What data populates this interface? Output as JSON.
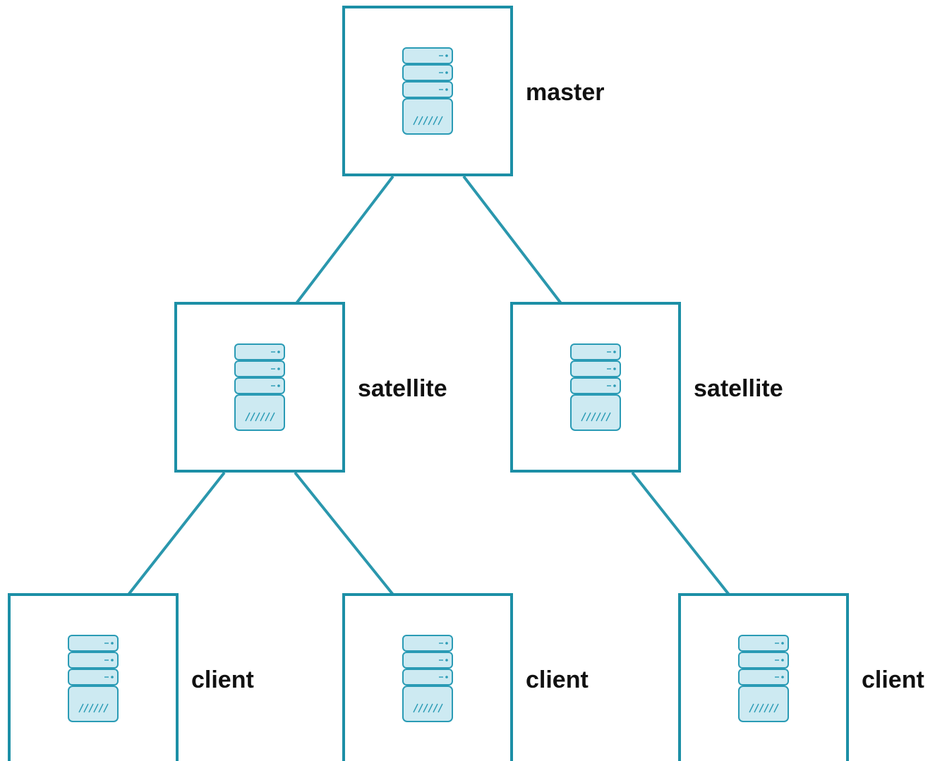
{
  "diagram": {
    "colors": {
      "box_stroke": "#1c8fa6",
      "edge": "#2a97ad",
      "icon_fill": "#cdeaf2",
      "icon_stroke": "#2a9bb5",
      "label": "#111111"
    },
    "nodes": [
      {
        "id": "master",
        "label": "master",
        "icon": "server-icon"
      },
      {
        "id": "satellite-left",
        "label": "satellite",
        "icon": "server-icon"
      },
      {
        "id": "satellite-right",
        "label": "satellite",
        "icon": "server-icon"
      },
      {
        "id": "client-1",
        "label": "client",
        "icon": "server-icon"
      },
      {
        "id": "client-2",
        "label": "client",
        "icon": "server-icon"
      },
      {
        "id": "client-3",
        "label": "client",
        "icon": "server-icon"
      }
    ],
    "edges": [
      {
        "from": "master",
        "to": "satellite-left"
      },
      {
        "from": "master",
        "to": "satellite-right"
      },
      {
        "from": "satellite-left",
        "to": "client-1"
      },
      {
        "from": "satellite-left",
        "to": "client-2"
      },
      {
        "from": "satellite-right",
        "to": "client-3"
      }
    ]
  }
}
